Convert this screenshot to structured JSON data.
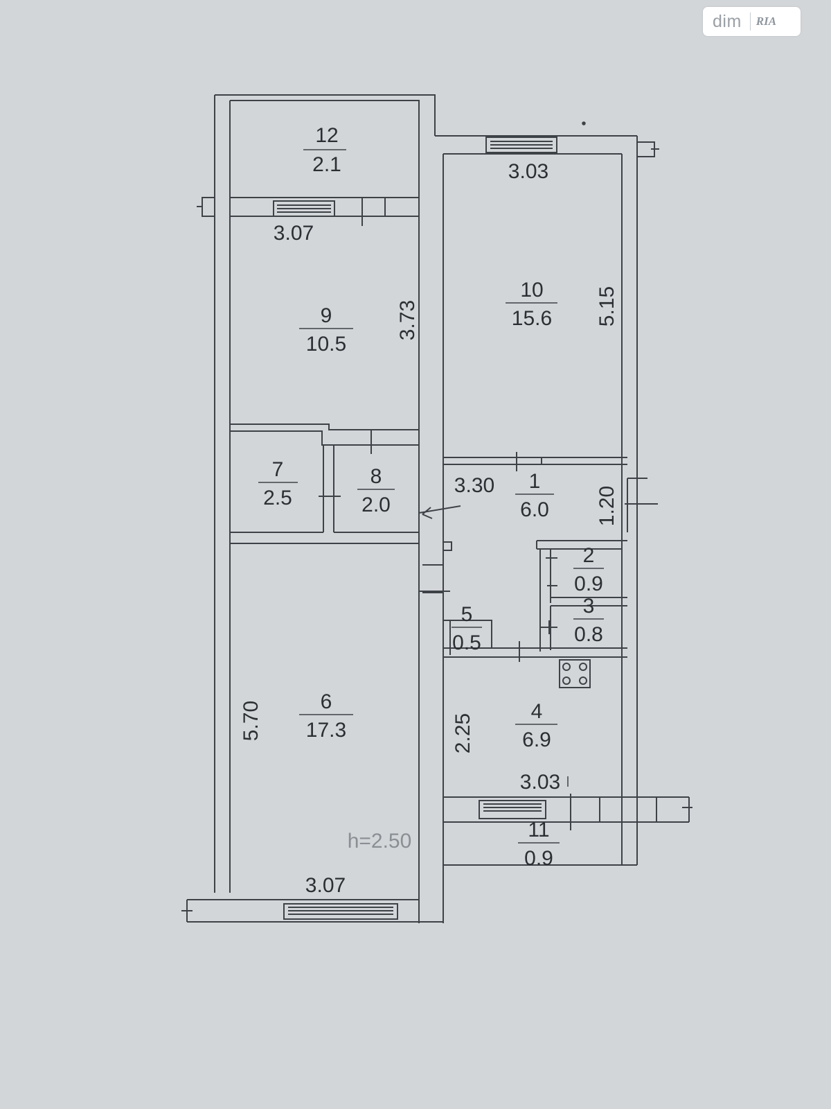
{
  "watermark": {
    "brand": "dim",
    "logo": "RIA"
  },
  "rooms": {
    "r12": {
      "number": "12",
      "area": "2.1"
    },
    "r10": {
      "number": "10",
      "area": "15.6"
    },
    "r9": {
      "number": "9",
      "area": "10.5"
    },
    "r7": {
      "number": "7",
      "area": "2.5"
    },
    "r8": {
      "number": "8",
      "area": "2.0"
    },
    "r1": {
      "number": "1",
      "area": "6.0"
    },
    "r2": {
      "number": "2",
      "area": "0.9"
    },
    "r3": {
      "number": "3",
      "area": "0.8"
    },
    "r5": {
      "number": "5",
      "area": "0.5"
    },
    "r6": {
      "number": "6",
      "area": "17.3"
    },
    "r4": {
      "number": "4",
      "area": "6.9"
    },
    "r11": {
      "number": "11",
      "area": "0.9"
    }
  },
  "dimensions": {
    "r10_width": "3.03",
    "r9_width": "3.07",
    "r9_depth": "3.73",
    "r10_depth": "5.15",
    "r1_width": "3.30",
    "r1_depth": "1.20",
    "r6_depth": "5.70",
    "r4_depth": "2.25",
    "r4_width": "3.03",
    "r6_width": "3.07"
  },
  "ceiling_height": "h=2.50",
  "colors": {
    "paper": "#d3d6d9",
    "line": "#3d4247",
    "text": "#2b2f33"
  }
}
